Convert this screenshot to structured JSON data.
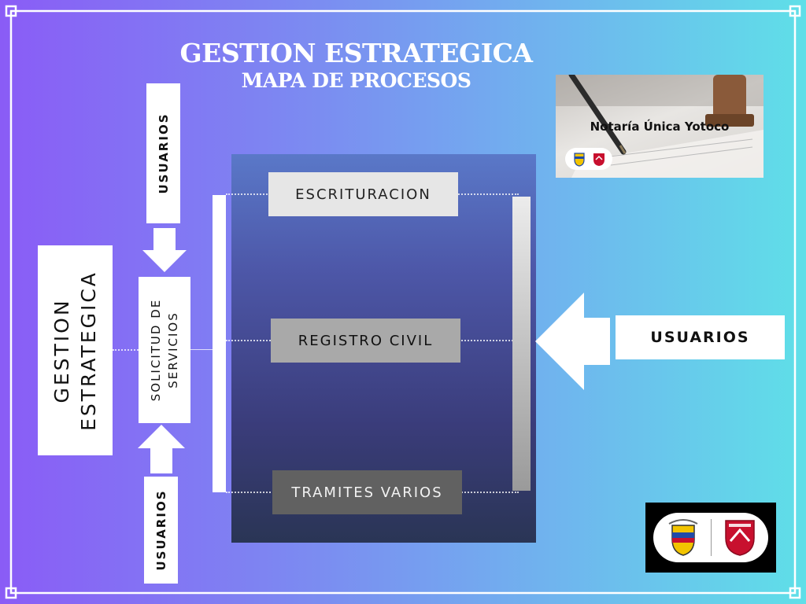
{
  "title": "GESTION ESTRATEGICA",
  "subtitle": "MAPA DE PROCESOS",
  "processes": {
    "p1": "ESCRITURACION",
    "p2": "REGISTRO CIVIL",
    "p3": "TRAMITES VARIOS"
  },
  "usuarios_top": "USUARIOS",
  "usuarios_bottom": "USUARIOS",
  "usuarios_right": "USUARIOS",
  "solicitud": "SOLICITUD DE SERVICIOS",
  "gestion": "GESTION ESTRATEGICA",
  "photo_caption": "Notaría Única Yotoco",
  "colors": {
    "bg_left": "#8a5cf6",
    "bg_right": "#5fdfe8",
    "panel": "#3a3c7a",
    "box_white": "#ffffff",
    "emblem_red": "#c8102e"
  },
  "icons": [
    "colombia-coat-of-arms-icon",
    "institution-red-shield-icon",
    "fountain-pen-icon"
  ]
}
